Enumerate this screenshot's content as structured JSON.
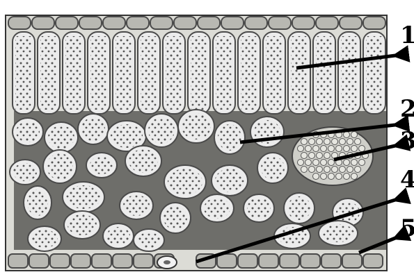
{
  "figure": {
    "description_layers": [
      "upper-epidermis",
      "palisade-mesophyll",
      "spongy-mesophyll",
      "vascular-bundle",
      "lower-epidermis"
    ],
    "labels": [
      {
        "id": "label-1",
        "text": "1"
      },
      {
        "id": "label-2",
        "text": "2"
      },
      {
        "id": "label-3",
        "text": "3"
      },
      {
        "id": "label-4",
        "text": "4"
      },
      {
        "id": "label-5",
        "text": "5"
      }
    ],
    "colors": {
      "background": "#ffffff",
      "leaf_fill": "#dcdcd6",
      "intercellular": "#6e6e6a",
      "cell_fill": "#ececec",
      "cell_stroke": "#4a4a4a",
      "chloroplast": "#555555",
      "epidermis": "#b8b8b2",
      "arrow": "#000000"
    }
  }
}
